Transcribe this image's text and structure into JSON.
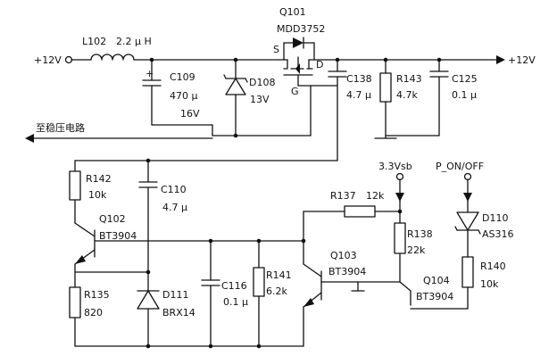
{
  "rails": {
    "input_label": "+12V",
    "output_label": "+12V",
    "regulator_label": "至稳压电路",
    "sb_label": "3.3Vsb",
    "pon_label": "P_ON/OFF"
  },
  "components": {
    "L102": {
      "ref": "L102",
      "value": "2.2 μ H"
    },
    "Q101": {
      "ref": "Q101",
      "part": "MDD3752",
      "pin_s": "S",
      "pin_d": "D",
      "pin_g": "G"
    },
    "C109": {
      "ref": "C109",
      "value": "470 μ",
      "voltage": "16V",
      "polarity": "+"
    },
    "D108": {
      "ref": "D108",
      "value": "13V"
    },
    "C138": {
      "ref": "C138",
      "value": "4.7 μ"
    },
    "R143": {
      "ref": "R143",
      "value": "4.7k"
    },
    "C125": {
      "ref": "C125",
      "value": "0.1 μ"
    },
    "R142": {
      "ref": "R142",
      "value": "10k"
    },
    "C110": {
      "ref": "C110",
      "value": "4.7 μ"
    },
    "Q102": {
      "ref": "Q102",
      "part": "BT3904"
    },
    "R135": {
      "ref": "R135",
      "value": "820"
    },
    "D111": {
      "ref": "D111",
      "value": "BRX14"
    },
    "C116": {
      "ref": "C116",
      "value": "0.1 μ"
    },
    "R141": {
      "ref": "R141",
      "value": "6.2k"
    },
    "R137": {
      "ref": "R137",
      "value": "12k"
    },
    "Q103": {
      "ref": "Q103",
      "part": "BT3904"
    },
    "R138": {
      "ref": "R138",
      "value": "22k"
    },
    "Q104": {
      "ref": "Q104",
      "part": "BT3904"
    },
    "D110": {
      "ref": "D110",
      "value": "AS316"
    },
    "R140": {
      "ref": "R140",
      "value": "10k"
    }
  }
}
